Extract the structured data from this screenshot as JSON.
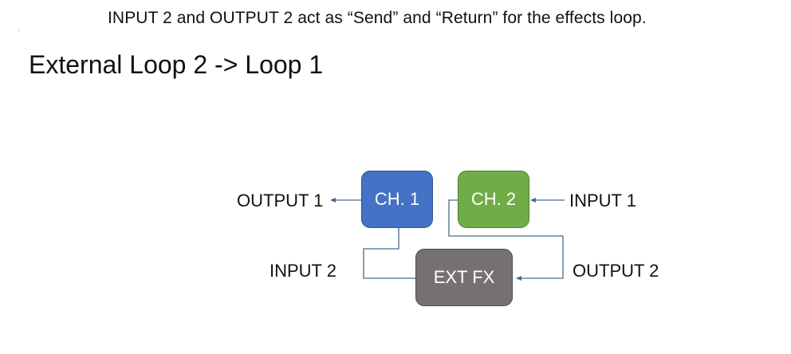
{
  "caption": "INPUT 2 and OUTPUT 2 act as “Send” and “Return” for the effects loop.",
  "heading": "External Loop 2 -> Loop 1",
  "blocks": {
    "ch1": "CH. 1",
    "ch2": "CH. 2",
    "ext_fx": "EXT FX"
  },
  "ports": {
    "output1": "OUTPUT 1",
    "input1": "INPUT 1",
    "input2": "INPUT 2",
    "output2": "OUTPUT 2"
  },
  "colors": {
    "ch1": "#4472c4",
    "ch2": "#70ad47",
    "ext_fx": "#767171",
    "wire": "#4a6a8a"
  }
}
